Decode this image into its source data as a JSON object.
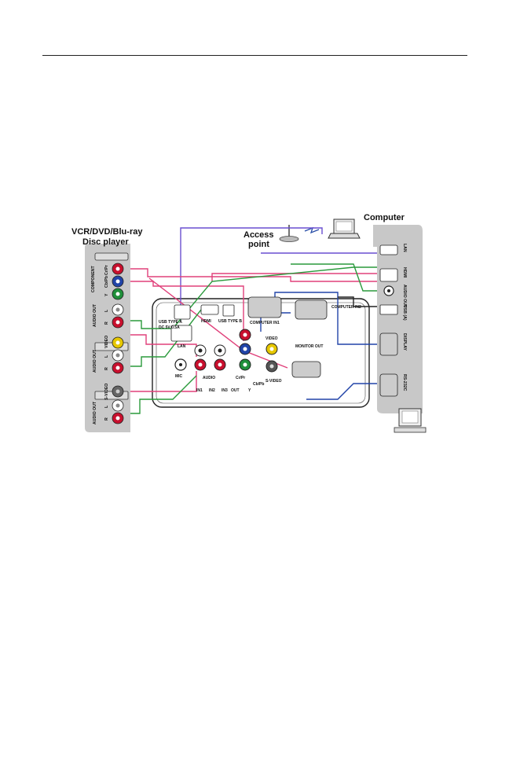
{
  "devices": {
    "av_player": {
      "label_line1": "VCR/DVD/Blu-ray",
      "label_line2": "Disc player"
    },
    "computer": {
      "label": "Computer"
    },
    "access_point": {
      "label_line1": "Access",
      "label_line2": "point"
    }
  },
  "av_ports": {
    "component": "COMPONENT",
    "cbpb": "Cb/Pb",
    "crpr": "Cr/Pr",
    "y": "Y",
    "audio_out": "AUDIO OUT",
    "l": "L",
    "r": "R",
    "video": "VIDEO",
    "s_video": "S-VIDEO"
  },
  "computer_ports": {
    "lan": "LAN",
    "hdmi": "HDMI",
    "audio_out": "AUDIO OUT",
    "usb": "USB (A)",
    "display": "DISPLAY",
    "rs232c": "RS-232C"
  },
  "projector_ports": {
    "usb_type_a": "USB TYPE A",
    "dc": "DC 5V 0.5A",
    "lan": "LAN",
    "hdmi": "HDMI",
    "usb_type_b": "USB TYPE B",
    "computer_in1": "COMPUTER IN1",
    "computer_in2": "COMPUTER IN2",
    "monitor_out": "MONITOR OUT",
    "video": "VIDEO",
    "s_video": "S-VIDEO",
    "mic": "MIC",
    "audio": "AUDIO",
    "crpr": "Cr/Pr",
    "cbpb": "Cb/Pb",
    "in1": "IN1",
    "in2": "IN2",
    "in3": "IN3",
    "out": "OUT",
    "y": "Y"
  },
  "colors": {
    "audio_red": "#c8102e",
    "video_yellow": "#e6c700",
    "component_green": "#1f8f3a",
    "component_blue": "#2144a8",
    "cable_pink": "#e0407a",
    "cable_green": "#2a9a3c",
    "cable_purple": "#6a4fd0",
    "panel_gray": "#c8c8c8"
  }
}
